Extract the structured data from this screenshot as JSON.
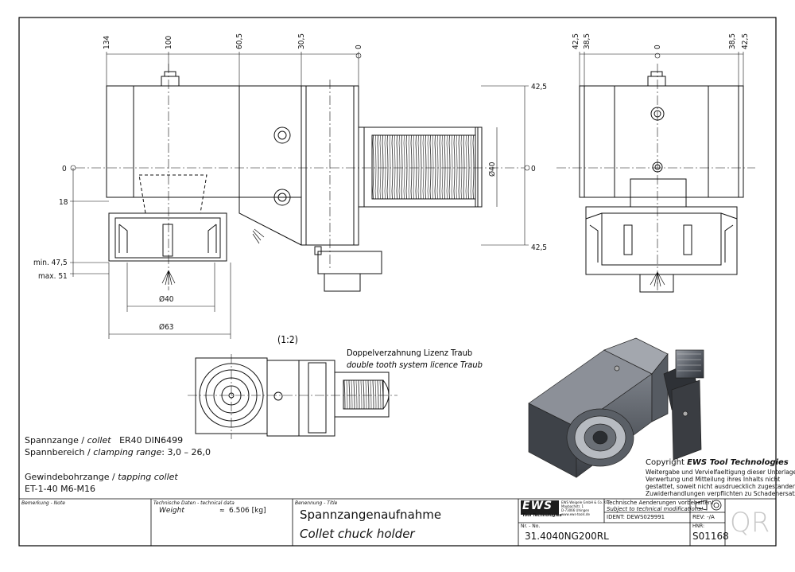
{
  "drawing": {
    "dims_top_left": [
      "134",
      "100",
      "60,5",
      "30,5",
      "0"
    ],
    "dims_top_right": [
      "42,5",
      "38,5",
      "0",
      "38,5",
      "42,5"
    ],
    "dims_right": [
      "42,5",
      "0",
      "42,5"
    ],
    "dims_left": [
      "0",
      "18"
    ],
    "min_label": "min. 47,5",
    "max_label": "max. 51",
    "dia40": "Ø40",
    "dia63": "Ø63",
    "dia40_shank": "Ø40",
    "scale": "(1:2)",
    "note_de": "Doppelverzahnung Lizenz Traub",
    "note_en": "double tooth system licence Traub"
  },
  "specs": {
    "collet_de": "Spannzange /",
    "collet_en": "collet",
    "collet_val": "ER40    DIN6499",
    "range_de": "Spannbereich /",
    "range_en": "clamping range",
    "range_val": ": 3,0 – 26,0",
    "tap_de": "Gewindebohrzange /",
    "tap_en": "tapping collet",
    "tap_val": "ET-1-40    M6-M16"
  },
  "copyright": {
    "title_prefix": "Copyright",
    "brand": "EWS Tool Technologies",
    "lines": [
      "Weitergabe und Vervielfaeltigung dieser Unterlage,",
      "Verwertung und Mitteilung ihres Inhalts nicht",
      "gestattet, soweit nicht ausdruecklich zugestanden.",
      "Zuwiderhandlungen verpflichten zu Schadenersatz."
    ]
  },
  "titleblock": {
    "remark_label": "Bemerkung - Note",
    "techdata_label": "Technische Daten - technical data",
    "weight_label": "Weight",
    "weight_eq": "≈",
    "weight_value": "6.506 [kg]",
    "name_label": "Benennung - Title",
    "title_de": "Spannzangenaufnahme",
    "title_en": "Collet chuck holder",
    "logo": "EWS",
    "logo_sub": "Tool Technologies",
    "company_lines": [
      "EWS Weigele GmbH & Co. KG",
      "Maybachstr. 1",
      "D-73066 Uhingen",
      "www.ews-tools.de"
    ],
    "changes_de": "Technische Aenderungen vorbehalten!",
    "changes_en": "Subject to technical modifications!",
    "ident": "IDENT:  DEWS029991",
    "rev": "REV:  -/A",
    "nr_label": "Nr. - No.",
    "part_no": "31.4040NG200RL",
    "hnr_label": "HNR:",
    "hnr": "S01168",
    "qr": "QR"
  }
}
